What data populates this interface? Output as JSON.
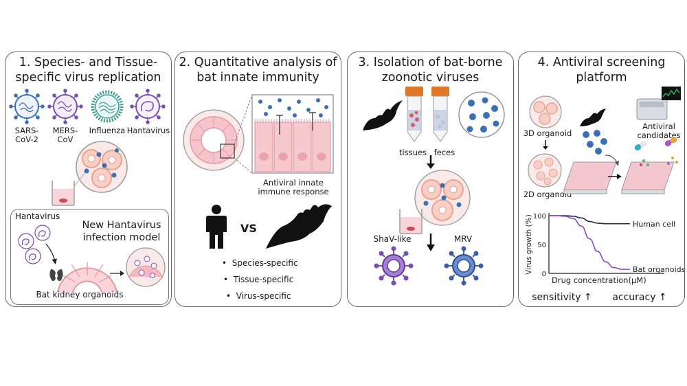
{
  "panels": [
    {
      "title_l1": "1. Species- and Tissue-",
      "title_l2": "specific virus replication",
      "viruses": {
        "sars": "SARS-\nCoV-2",
        "mers": "MERS-\nCoV",
        "influenza": "Influenza",
        "hantavirus": "Hantavirus"
      },
      "sub": {
        "virus_label": "Hantavirus",
        "title_l1": "New Hantavirus",
        "title_l2": "infection model",
        "caption": "Bat kidney organoids"
      }
    },
    {
      "title_l1": "2. Quantitative analysis of",
      "title_l2": "bat innate immunity",
      "caption_l1": "Antiviral innate",
      "caption_l2": "immune response",
      "vs": "VS",
      "bullets": [
        "Species-specific",
        "Tissue-specific",
        "Virus-specific"
      ]
    },
    {
      "title_l1": "3. Isolation of bat-borne",
      "title_l2": "zoonotic viruses",
      "tissues": "tissues",
      "feces": "feces",
      "shav": "ShaV-like",
      "mrv": "MRV"
    },
    {
      "title_l1": "4. Antiviral screening",
      "title_l2": "platform",
      "organoid3d": "3D organoid",
      "organoid2d": "2D organoid",
      "antiviral_l1": "Antiviral",
      "antiviral_l2": "candidates",
      "sensitivity": "sensitivity ↑",
      "accuracy": "accuracy ↑"
    }
  ],
  "chart_data": {
    "type": "line",
    "xlabel": "Drug concentration(μM)",
    "ylabel": "Virus growth (%)",
    "ylim": [
      0,
      100
    ],
    "yticks": [
      "100",
      "50",
      "0"
    ],
    "x": [
      0,
      1,
      2,
      3,
      4,
      5,
      6,
      7,
      8,
      9,
      10
    ],
    "series": [
      {
        "name": "Human cell",
        "color": "#1f2a4a",
        "values": [
          100,
          100,
          100,
          99,
          96,
          90,
          87,
          86,
          86,
          86,
          86
        ]
      },
      {
        "name": "Bat organoids",
        "color": "#8e44c9",
        "values": [
          100,
          100,
          99,
          95,
          82,
          60,
          38,
          20,
          10,
          7,
          7
        ]
      }
    ]
  },
  "colors": {
    "virus_blue": "#3b6fb4",
    "virus_purple": "#7a4db0",
    "virus_teal": "#3a9c8c",
    "tissue_pink": "#f2b9bf",
    "tube_orange": "#e0782a"
  }
}
